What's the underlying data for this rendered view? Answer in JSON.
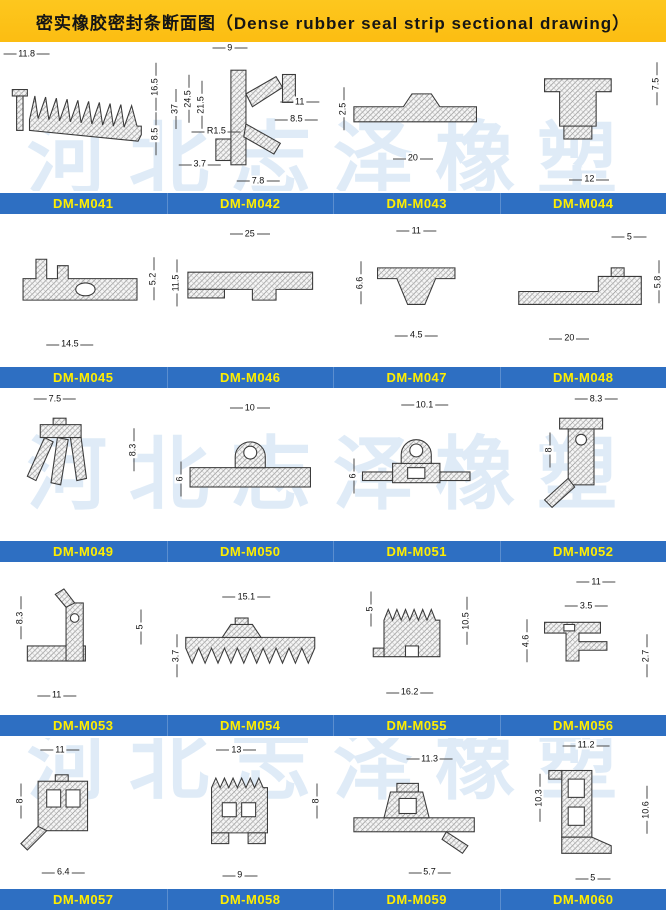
{
  "header": {
    "title": "密实橡胶密封条断面图（Dense rubber seal strip sectional drawing）"
  },
  "watermark": {
    "text": "河北志泽橡塑"
  },
  "colors": {
    "header_bg": "#fdc71e",
    "bar_bg": "#2e6fc2",
    "code_color": "#ffee00",
    "watermark_color": "#aecdeb"
  },
  "rows": [
    {
      "cells": [
        {
          "code": "DM-M041",
          "dims": [
            "11.8",
            "16.5",
            "8.5"
          ]
        },
        {
          "code": "DM-M042",
          "dims": [
            "9",
            "37",
            "24.5",
            "21.5",
            "11",
            "8.5",
            "R1.5",
            "3.7",
            "7.8"
          ]
        },
        {
          "code": "DM-M043",
          "dims": [
            "2.5",
            "20"
          ]
        },
        {
          "code": "DM-M044",
          "dims": [
            "7.5",
            "12"
          ]
        }
      ]
    },
    {
      "cells": [
        {
          "code": "DM-M045",
          "dims": [
            "14.5",
            "5.2"
          ]
        },
        {
          "code": "DM-M046",
          "dims": [
            "25",
            "11.5"
          ]
        },
        {
          "code": "DM-M047",
          "dims": [
            "11",
            "6.6",
            "4.5"
          ]
        },
        {
          "code": "DM-M048",
          "dims": [
            "5",
            "20",
            "5.8"
          ]
        }
      ]
    },
    {
      "cells": [
        {
          "code": "DM-M049",
          "dims": [
            "7.5",
            "8.3"
          ]
        },
        {
          "code": "DM-M050",
          "dims": [
            "10",
            "6"
          ]
        },
        {
          "code": "DM-M051",
          "dims": [
            "10.1",
            "6"
          ]
        },
        {
          "code": "DM-M052",
          "dims": [
            "8.3",
            "8"
          ]
        }
      ]
    },
    {
      "cells": [
        {
          "code": "DM-M053",
          "dims": [
            "8.3",
            "11",
            "5"
          ]
        },
        {
          "code": "DM-M054",
          "dims": [
            "15.1",
            "3.7"
          ]
        },
        {
          "code": "DM-M055",
          "dims": [
            "5",
            "16.2",
            "10.5"
          ]
        },
        {
          "code": "DM-M056",
          "dims": [
            "11",
            "3.5",
            "4.6",
            "2.7"
          ]
        }
      ]
    },
    {
      "cells": [
        {
          "code": "DM-M057",
          "dims": [
            "11",
            "8",
            "6.4"
          ]
        },
        {
          "code": "DM-M058",
          "dims": [
            "13",
            "8",
            "9"
          ]
        },
        {
          "code": "DM-M059",
          "dims": [
            "11.3",
            "5.7"
          ]
        },
        {
          "code": "DM-M060",
          "dims": [
            "11.2",
            "10.3",
            "10.6",
            "5"
          ]
        }
      ]
    }
  ]
}
